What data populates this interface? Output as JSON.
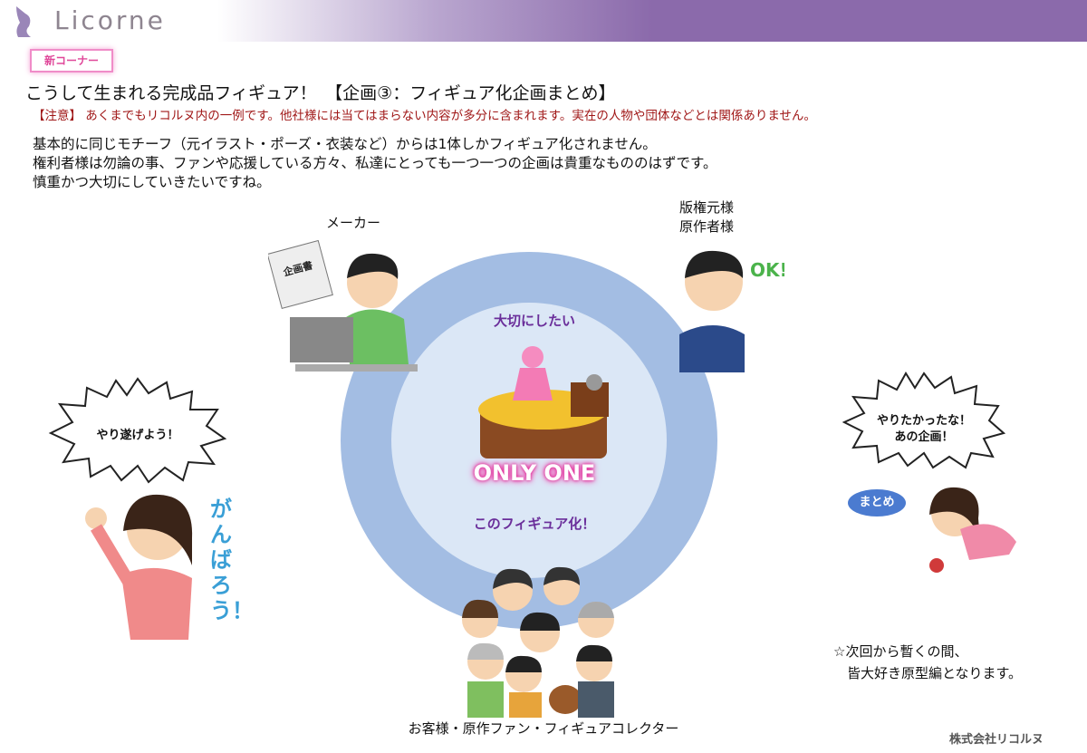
{
  "header": {
    "logo_text": "Licorne",
    "badge": "新コーナー"
  },
  "title": "こうして生まれる完成品フィギュア！　【企画③：フィギュア化企画まとめ】",
  "caution": "【注意】 あくまでもリコルヌ内の一例です。他社様には当てはまらない内容が多分に含まれます。実在の人物や団体などとは関係ありません。",
  "body": [
    "基本的に同じモチーフ（元イラスト・ポーズ・衣装など）からは1体しかフィギュア化されません。",
    "権利者様は勿論の事、ファンや応援している方々、私達にとっても一つ一つの企画は貴重なもののはずです。",
    "慎重かつ大切にしていきたいですね。"
  ],
  "diagram": {
    "maker": "メーカー",
    "rights_holder": [
      "版権元様",
      "原作者様"
    ],
    "customers": "お客様・原作ファン・フィギュアコレクター",
    "center_top": "大切にしたい",
    "center_badge": "ONLY ONE",
    "center_bottom": "このフィギュア化！",
    "doc_label": "企画書",
    "ok": "OK!",
    "left_bubble": "やり遂げよう！",
    "left_cheer": "がんばろう！",
    "right_bubble": [
      "やりたかったな！",
      "あの企画！"
    ],
    "right_tag": "まとめ"
  },
  "note": "☆次回から暫くの間、\n　皆大好き原型編となります。",
  "footer": "株式会社リコルヌ"
}
